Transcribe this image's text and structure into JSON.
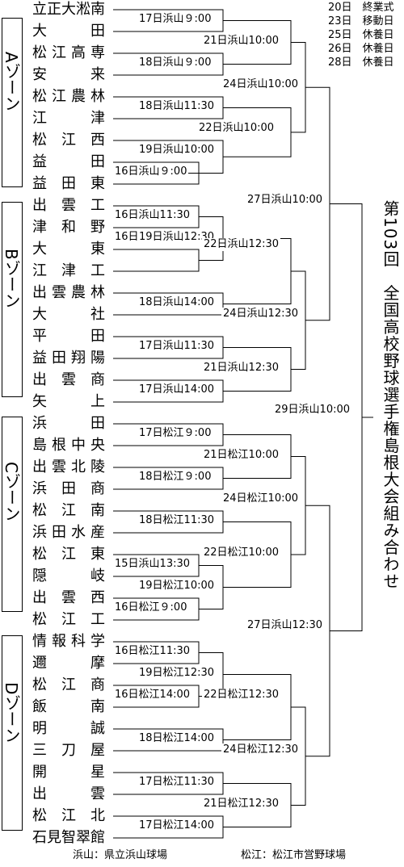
{
  "title": "第103回　全国高校野球選手権島根大会組み合わせ",
  "zones": [
    {
      "label": "Aゾーン"
    },
    {
      "label": "Bゾーン"
    },
    {
      "label": "Cゾーン"
    },
    {
      "label": "Dゾーン"
    }
  ],
  "teams": [
    "立正大淞南",
    "大田",
    "松江高専",
    "安来",
    "松江農林",
    "江津",
    "松江西",
    "益田",
    "益田東",
    "出雲工",
    "津和野",
    "大東",
    "江津工",
    "出雲農林",
    "大社",
    "平田",
    "益田翔陽",
    "出雲商",
    "矢上",
    "浜田",
    "島根中央",
    "出雲北陵",
    "浜田商",
    "松江南",
    "浜田水産",
    "松江東",
    "隠岐",
    "出雲西",
    "松江工",
    "情報科学",
    "邇摩",
    "松江商",
    "飯南",
    "明誠",
    "三刀屋",
    "開星",
    "出雲",
    "松江北",
    "石見智翠館"
  ],
  "matches": {
    "a1": "17日浜山９:00",
    "a2": "18日浜山９:00",
    "a3": "21日浜山10:00",
    "a4": "18日浜山11:30",
    "a5": "19日浜山10:00",
    "a6": "16日浜山９:00",
    "a7": "22日浜山10:00",
    "a8": "24日浜山10:00",
    "b1": "16日浜山11:30",
    "b2": "16日浜山14:00",
    "b3": "19日浜山12:30",
    "b4": "22日浜山12:30",
    "b5": "18日浜山14:00",
    "b6": "17日浜山11:30",
    "b7": "17日浜山14:00",
    "b8": "21日浜山12:30",
    "b9": "24日浜山12:30",
    "ab": "27日浜山10:00",
    "c1": "17日松江９:00",
    "c2": "18日松江９:00",
    "c3": "21日松江10:00",
    "c4": "18日松江11:30",
    "c5": "15日浜山13:30",
    "c6": "19日松江10:00",
    "c7": "16日松江９:00",
    "c8": "22日松江10:00",
    "c9": "24日松江10:00",
    "d1": "16日松江11:30",
    "d2": "16日松江14:00",
    "d3": "19日松江12:30",
    "d4": "22日松江12:30",
    "d5": "18日松江14:00",
    "d6": "17日松江11:30",
    "d7": "17日松江14:00",
    "d8": "21日松江12:30",
    "d9": "24日松江12:30",
    "cd": "27日浜山12:30",
    "final": "29日浜山10:00"
  },
  "schedule": [
    "20日　終業式",
    "23日　移動日",
    "25日　休養日",
    "26日　休養日",
    "28日　休養日"
  ],
  "footer": {
    "hamayama": "浜山：県立浜山球場",
    "matsue": "松江：松江市営野球場"
  }
}
